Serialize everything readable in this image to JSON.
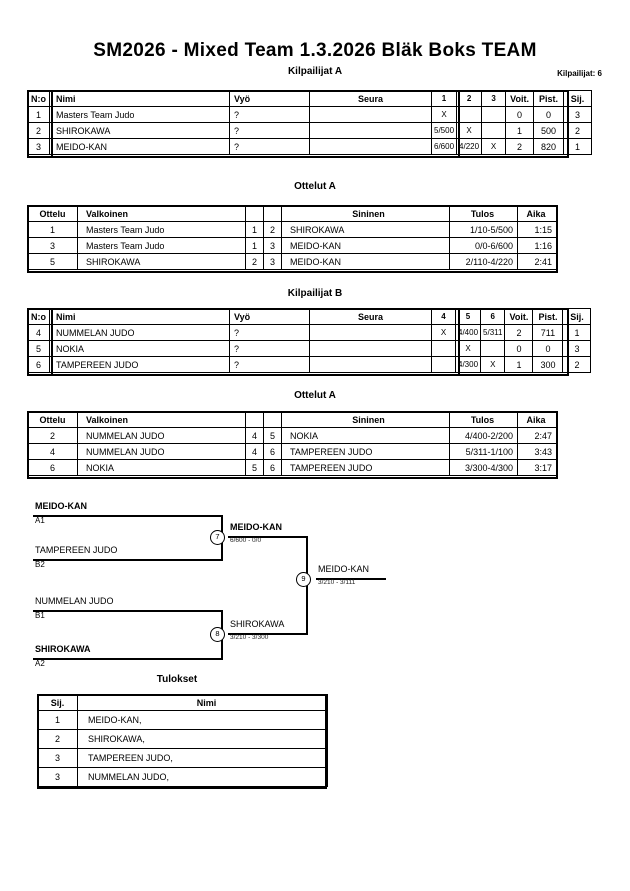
{
  "header": {
    "title": "SM2026 - Mixed Team  1.3.2026  Bläk Boks   TEAM",
    "competitors_label": "Kilpailijat: 6"
  },
  "captions": {
    "pool_a": "Kilpailijat A",
    "matches_a": "Ottelut A",
    "pool_b": "Kilpailijat B",
    "matches_b": "Ottelut A",
    "results": "Tulokset"
  },
  "pool_headers": {
    "no": "N:o",
    "name": "Nimi",
    "belt": "Vyö",
    "club": "Seura",
    "wins": "Voit.",
    "points": "Pist.",
    "rank": "Sij."
  },
  "pool_a": {
    "round_cols": [
      "1",
      "2",
      "3"
    ],
    "rows": [
      {
        "no": "1",
        "name": "Masters Team Judo",
        "belt": "?",
        "club": "",
        "r1": "X",
        "r2": "",
        "r3": "",
        "wins": "0",
        "points": "0",
        "rank": "3"
      },
      {
        "no": "2",
        "name": "SHIROKAWA",
        "belt": "?",
        "club": "",
        "r1": "5/500",
        "r2": "X",
        "r3": "",
        "wins": "1",
        "points": "500",
        "rank": "2"
      },
      {
        "no": "3",
        "name": "MEIDO-KAN",
        "belt": "?",
        "club": "",
        "r1": "6/600",
        "r2": "4/220",
        "r3": "X",
        "wins": "2",
        "points": "820",
        "rank": "1"
      }
    ]
  },
  "pool_b": {
    "round_cols": [
      "4",
      "5",
      "6"
    ],
    "rows": [
      {
        "no": "4",
        "name": "NUMMELAN JUDO",
        "belt": "?",
        "club": "",
        "r1": "X",
        "r2": "4/400",
        "r3": "5/311",
        "wins": "2",
        "points": "711",
        "rank": "1"
      },
      {
        "no": "5",
        "name": "NOKIA",
        "belt": "?",
        "club": "",
        "r1": "",
        "r2": "X",
        "r3": "",
        "wins": "0",
        "points": "0",
        "rank": "3"
      },
      {
        "no": "6",
        "name": "TAMPEREEN JUDO",
        "belt": "?",
        "club": "",
        "r1": "",
        "r2": "4/300",
        "r3": "X",
        "wins": "1",
        "points": "300",
        "rank": "2"
      }
    ]
  },
  "match_headers": {
    "match": "Ottelu",
    "white": "Valkoinen",
    "blue": "Sininen",
    "result": "Tulos",
    "time": "Aika"
  },
  "matches_a": [
    {
      "no": "1",
      "white": "Masters Team Judo",
      "white_bold": false,
      "n1": "1",
      "n2": "2",
      "blue": "SHIROKAWA",
      "blue_bold": true,
      "result": "1/10-5/500",
      "time": "1:15"
    },
    {
      "no": "3",
      "white": "Masters Team Judo",
      "white_bold": false,
      "n1": "1",
      "n2": "3",
      "blue": "MEIDO-KAN",
      "blue_bold": true,
      "result": "0/0-6/600",
      "time": "1:16"
    },
    {
      "no": "5",
      "white": "SHIROKAWA",
      "white_bold": false,
      "n1": "2",
      "n2": "3",
      "blue": "MEIDO-KAN",
      "blue_bold": true,
      "result": "2/110-4/220",
      "time": "2:41"
    }
  ],
  "matches_b": [
    {
      "no": "2",
      "white": "NUMMELAN JUDO",
      "white_bold": true,
      "n1": "4",
      "n2": "5",
      "blue": "NOKIA",
      "blue_bold": false,
      "result": "4/400-2/200",
      "time": "2:47"
    },
    {
      "no": "4",
      "white": "NUMMELAN JUDO",
      "white_bold": true,
      "n1": "4",
      "n2": "6",
      "blue": "TAMPEREEN JUDO",
      "blue_bold": false,
      "result": "5/311-1/100",
      "time": "3:43"
    },
    {
      "no": "6",
      "white": "NOKIA",
      "white_bold": false,
      "n1": "5",
      "n2": "6",
      "blue": "TAMPEREEN JUDO",
      "blue_bold": true,
      "result": "3/300-4/300",
      "time": "3:17"
    }
  ],
  "bracket": {
    "entries": [
      {
        "team": "MEIDO-KAN",
        "seed": "A1",
        "bold": true
      },
      {
        "team": "TAMPEREEN JUDO",
        "seed": "B2",
        "bold": false
      },
      {
        "team": "NUMMELAN JUDO",
        "seed": "B1",
        "bold": false
      },
      {
        "team": "SHIROKAWA",
        "seed": "A2",
        "bold": true
      }
    ],
    "matches": [
      {
        "number": "7",
        "winner": "MEIDO-KAN",
        "score": "6/600 - 0/0",
        "bold": true
      },
      {
        "number": "8",
        "winner": "SHIROKAWA",
        "score": "3/210 - 3/300",
        "bold": false
      },
      {
        "number": "9",
        "winner": "MEIDO-KAN",
        "score": "3/210 - 3/111",
        "bold": false
      }
    ]
  },
  "results_headers": {
    "rank": "Sij.",
    "name": "Nimi"
  },
  "results": [
    {
      "rank": "1",
      "name": "MEIDO-KAN,"
    },
    {
      "rank": "2",
      "name": "SHIROKAWA,"
    },
    {
      "rank": "3",
      "name": "TAMPEREEN JUDO,"
    },
    {
      "rank": "3",
      "name": "NUMMELAN JUDO,"
    }
  ]
}
